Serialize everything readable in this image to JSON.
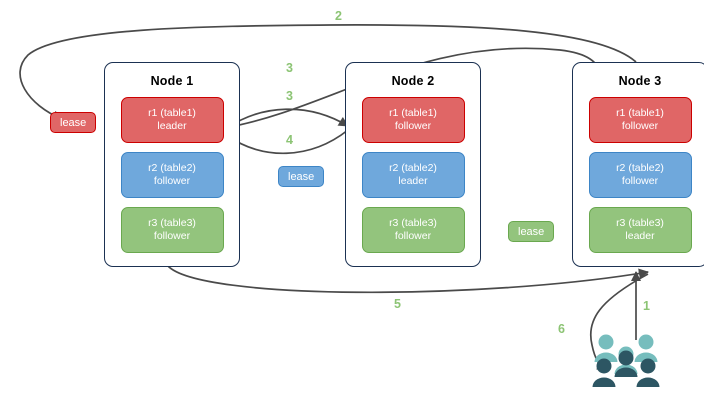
{
  "diagram": {
    "title": "distributed-sql-lease-transfer",
    "background": "#ffffff",
    "edge_color": "#4a4a4a",
    "step_label_color": "#8cc474"
  },
  "nodes": [
    {
      "id": "node-1",
      "title": "Node 1",
      "replicas": [
        {
          "name": "r1 (table1)",
          "role": "leader",
          "color": "#e06666",
          "border": "#cc0000"
        },
        {
          "name": "r2 (table2)",
          "role": "follower",
          "color": "#6fa8dc",
          "border": "#3d85c6"
        },
        {
          "name": "r3 (table3)",
          "role": "follower",
          "color": "#93c47d",
          "border": "#6aa84f"
        }
      ]
    },
    {
      "id": "node-2",
      "title": "Node 2",
      "replicas": [
        {
          "name": "r1 (table1)",
          "role": "follower",
          "color": "#e06666",
          "border": "#cc0000"
        },
        {
          "name": "r2 (table2)",
          "role": "leader",
          "color": "#6fa8dc",
          "border": "#3d85c6"
        },
        {
          "name": "r3 (table3)",
          "role": "follower",
          "color": "#93c47d",
          "border": "#6aa84f"
        }
      ]
    },
    {
      "id": "node-3",
      "title": "Node 3",
      "replicas": [
        {
          "name": "r1 (table1)",
          "role": "follower",
          "color": "#e06666",
          "border": "#cc0000"
        },
        {
          "name": "r2 (table2)",
          "role": "follower",
          "color": "#6fa8dc",
          "border": "#3d85c6"
        },
        {
          "name": "r3 (table3)",
          "role": "leader",
          "color": "#93c47d",
          "border": "#6aa84f"
        }
      ]
    }
  ],
  "leases": [
    {
      "id": "lease-red",
      "label": "lease",
      "color": "#e06666",
      "border": "#cc0000"
    },
    {
      "id": "lease-blue",
      "label": "lease",
      "color": "#6fa8dc",
      "border": "#3d85c6"
    },
    {
      "id": "lease-green",
      "label": "lease",
      "color": "#93c47d",
      "border": "#6aa84f"
    }
  ],
  "steps": [
    {
      "id": "step-1",
      "label": "1"
    },
    {
      "id": "step-2",
      "label": "2"
    },
    {
      "id": "step-3a",
      "label": "3"
    },
    {
      "id": "step-3b",
      "label": "3"
    },
    {
      "id": "step-4",
      "label": "4"
    },
    {
      "id": "step-5",
      "label": "5"
    },
    {
      "id": "step-6",
      "label": "6"
    }
  ],
  "actor": {
    "id": "users-icon",
    "name": "users-group-icon",
    "color_light": "#76bdbd",
    "color_dark": "#2d5663"
  }
}
